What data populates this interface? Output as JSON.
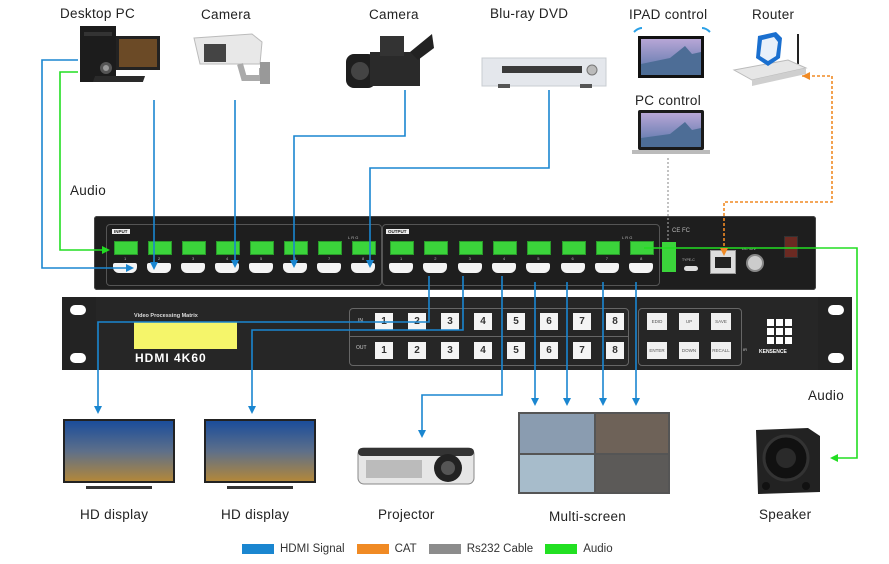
{
  "sources": {
    "desktop_pc": "Desktop PC",
    "camera_1": "Camera",
    "camera_2": "Camera",
    "bluray": "Blu-ray DVD",
    "ipad": "IPAD control",
    "pc_control": "PC control",
    "router": "Router"
  },
  "audio_labels": {
    "left": "Audio",
    "right": "Audio"
  },
  "sinks": {
    "hd_display_1": "HD display",
    "hd_display_2": "HD display",
    "projector": "Projector",
    "multiscreen": "Multi-screen",
    "speaker": "Speaker"
  },
  "rear_panel": {
    "input_tag": "INPUT",
    "output_tag": "OUTPUT",
    "lrg": "L R G",
    "ports": [
      "1",
      "2",
      "3",
      "4",
      "5",
      "6",
      "7",
      "8"
    ],
    "cert": "CE FC",
    "typec": "TYPE-C",
    "dc": "DC 12V"
  },
  "front_panel": {
    "model_caption": "Video Processing Matrix",
    "model": "HDMI 4K60",
    "in_label": "IN",
    "out_label": "OUT",
    "in_buttons": [
      "1",
      "2",
      "3",
      "4",
      "5",
      "6",
      "7",
      "8"
    ],
    "out_buttons": [
      "1",
      "2",
      "3",
      "4",
      "5",
      "6",
      "7",
      "8"
    ],
    "func_buttons": [
      "EDID",
      "UP",
      "SAVE",
      "ENTER",
      "DOWN",
      "RECALL"
    ],
    "ir": "IR",
    "brand": "KENSENCE"
  },
  "legend": [
    {
      "label": "HDMI Signal",
      "color": "#1a86d0"
    },
    {
      "label": "CAT",
      "color": "#f08a24"
    },
    {
      "label": "Rs232 Cable",
      "color": "#8c8c8c"
    },
    {
      "label": "Audio",
      "color": "#22e022"
    }
  ],
  "colors": {
    "hdmi": "#1a86d0",
    "cat": "#f08a24",
    "rs232": "#9a9a9a",
    "audio": "#22dd22",
    "lcd": "#f5f56a"
  }
}
